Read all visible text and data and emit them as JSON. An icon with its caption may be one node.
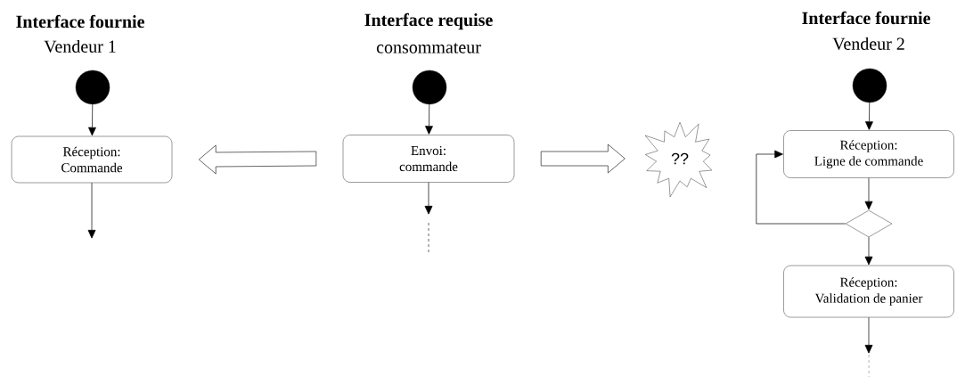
{
  "diagram": {
    "nodes": [
      {
        "text": [],
        "shape": "circle"
      },
      {
        "text": [
          "Réception:",
          "Commande"
        ]
      },
      {
        "text": [],
        "shape": "circle"
      },
      {
        "text": [
          "Envoi:",
          "commande"
        ]
      },
      {
        "text": [],
        "shape": "circle"
      },
      {
        "text": [
          "Réception:",
          "Ligne de commande"
        ]
      },
      {
        "text": [],
        "shape": "diamond"
      },
      {
        "text": [
          "Réception:",
          "Validation de panier"
        ]
      },
      {
        "text": [
          "??"
        ]
      }
    ],
    "edges": [
      {
        "from": 0,
        "to": 1,
        "arrow": "to"
      },
      {
        "from": 1,
        "to": null,
        "arrow": "to"
      },
      {
        "from": 2,
        "to": 3,
        "arrow": "to"
      },
      {
        "from": 3,
        "to": null,
        "arrow": "to"
      },
      {
        "from": 4,
        "to": 5,
        "arrow": "to"
      },
      {
        "from": 5,
        "to": 6,
        "arrow": "to"
      },
      {
        "from": 6,
        "to": 5,
        "arrow": "to"
      },
      {
        "from": 6,
        "to": 7,
        "arrow": "to"
      },
      {
        "from": 7,
        "to": null,
        "arrow": "to"
      },
      {
        "from": 3,
        "to": 1,
        "arrow": "to",
        "style": "thick"
      },
      {
        "from": 3,
        "to": 8,
        "arrow": "to",
        "style": "thick"
      }
    ],
    "labels": [
      "Interface fournie",
      "Vendeur 1",
      "Interface requise",
      "consommateur",
      "Interface fournie",
      "Vendeur 2"
    ]
  }
}
